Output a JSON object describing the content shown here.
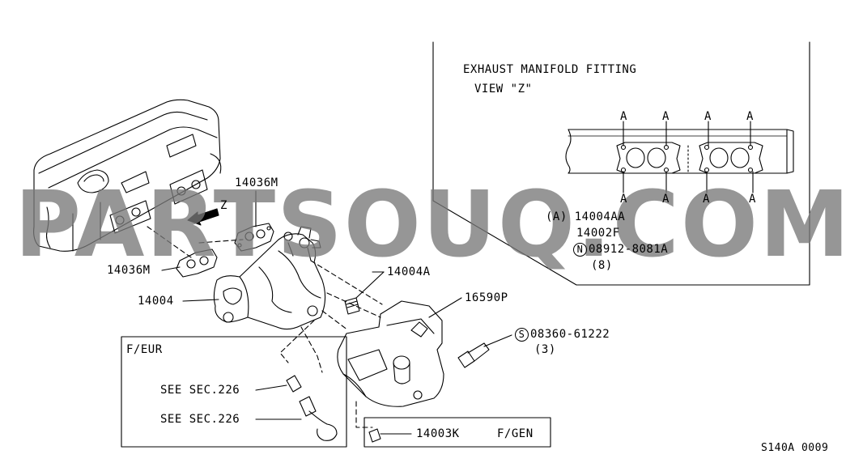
{
  "watermark": {
    "text": "PARTSOUQ.COM"
  },
  "view_box": {
    "title": "EXHAUST MANIFOLD FITTING",
    "subtitle": "VIEW \"Z\"",
    "point_label": "A",
    "legend": {
      "line1": "(A) 14004AA",
      "line2": "14002F",
      "line3_symbol": "N",
      "line3_code": "08912-8081A",
      "line4": "(8)"
    }
  },
  "parts": {
    "gasket_upper": "14036M",
    "gasket_lower": "14036M",
    "view_marker": "Z",
    "manifold": "14004",
    "stud": "14004A",
    "heat_shield": "16590P",
    "bolt_symbol": "S",
    "bolt_code": "08360-61222",
    "bolt_qty": "(3)",
    "plug": "14003K",
    "plug_variant": "F/GEN"
  },
  "eur_box": {
    "title": "F/EUR",
    "ref1": "SEE SEC.226",
    "ref2": "SEE SEC.226"
  },
  "figure_code": "S140A 0009"
}
